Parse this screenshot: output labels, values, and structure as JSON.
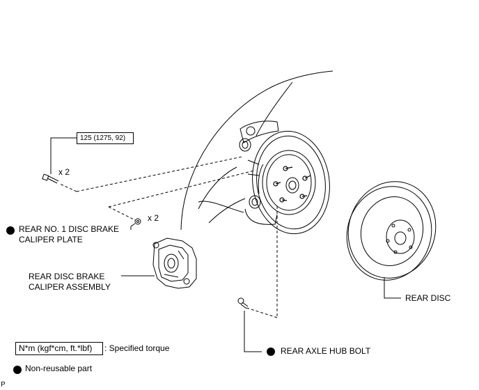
{
  "torque_value": "125 (1275, 92)",
  "bolt_qty": "x 2",
  "plate_qty": "x 2",
  "labels": {
    "caliper_plate_line1": "REAR NO. 1 DISC BRAKE",
    "caliper_plate_line2": "CALIPER PLATE",
    "caliper_assembly_line1": "REAR DISC BRAKE",
    "caliper_assembly_line2": "CALIPER ASSEMBLY",
    "rear_disc": "REAR DISC",
    "hub_bolt": "REAR AXLE HUB BOLT"
  },
  "legend": {
    "torque_units": "N*m (kgf*cm, ft.*lbf)",
    "torque_desc": ": Specified torque",
    "non_reusable": "Non-reusable part"
  },
  "corner_mark": "P"
}
